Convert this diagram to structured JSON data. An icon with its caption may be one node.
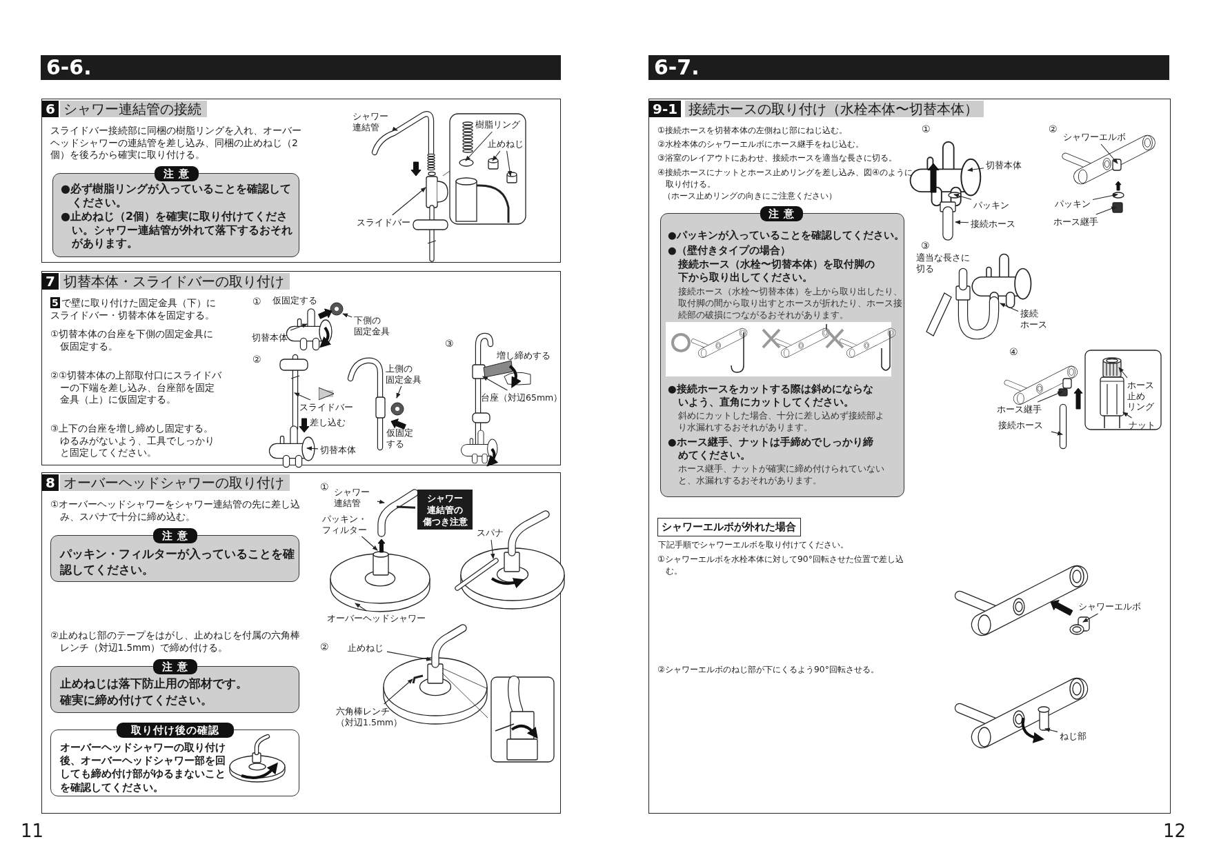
{
  "diagram": {
    "nodes": [
      {
        "text": [
          "6-6."
        ]
      },
      {
        "text": [
          "6",
          "シャワー連結管の接続",
          "スライドバー接続部に同梱の樹脂リングを入れ、オーバーヘッドシャワーの連結管を差し込み、同梱の止めねじ（2個）を後ろから確実に取り付ける。"
        ]
      },
      {
        "text": [
          "注 意",
          "●必ず樹脂リングが入っていることを確認してください。",
          "●止めねじ（2個）を確実に取り付けてください。シャワー連結管が外れて落下するおそれがあります。"
        ],
        "in": 1
      },
      {
        "text": [
          "シャワー連結管"
        ],
        "in": 1
      },
      {
        "text": [
          "樹脂リング"
        ],
        "in": 1
      },
      {
        "text": [
          "止めねじ"
        ],
        "in": 1
      },
      {
        "text": [
          "スライドバー"
        ],
        "in": 1
      },
      {
        "text": [
          "7",
          "切替本体・スライドバーの取り付け",
          "**5**で壁に取り付けた固定金具（下）にスライドバー・切替本体を固定する。",
          "①切替本体の台座を下側の固定金具に仮固定する。",
          "②①切替本体の上部取付口にスライドバーの下端を差し込み、台座部を固定金具（上）に仮固定する。",
          "③上下の台座を増し締めし固定する。ゆるみがないよう、工具でしっかりと固定してください。"
        ]
      },
      {
        "text": [
          "下側の固定金具"
        ],
        "in": 7
      },
      {
        "text": [
          "切替本体"
        ],
        "in": 7
      },
      {
        "text": [
          "スライドバー"
        ],
        "in": 7
      },
      {
        "text": [
          "切替本体"
        ],
        "in": 7
      },
      {
        "text": [
          "上側の固定金具"
        ],
        "in": 7
      },
      {
        "text": [
          "台座（対辺65mm）"
        ],
        "in": 7
      },
      {
        "text": [
          "8",
          "オーバーヘッドシャワーの取り付け",
          "①オーバーヘッドシャワーをシャワー連結管の先に差し込み、スパナで十分に締め込む。",
          "②止めねじ部のテープをはがし、止めねじを付属の六角棒レンチ（対辺1.5mm）で締め付ける。"
        ]
      },
      {
        "text": [
          "注 意",
          "パッキン・フィルターが入っていることを確認してください。"
        ],
        "in": 14
      },
      {
        "text": [
          "注 意",
          "止めねじは落下防止用の部材です。",
          "確実に締め付けてください。"
        ],
        "in": 14
      },
      {
        "text": [
          "取り付け後の確認",
          "オーバーヘッドシャワーの取り付け後、オーバーヘッドシャワー部を回しても締め付け部がゆるまないことを確認してください。"
        ],
        "in": 14
      },
      {
        "text": [
          "シャワー連結管"
        ],
        "in": 14
      },
      {
        "text": [
          "パッキン・フィルター"
        ],
        "in": 14
      },
      {
        "text": [
          "シャワー連結管の傷つき注意"
        ],
        "in": 14
      },
      {
        "text": [
          "スパナ"
        ],
        "in": 14
      },
      {
        "text": [
          "オーバーヘッドシャワー"
        ],
        "in": 14
      },
      {
        "text": [
          "止めねじ"
        ],
        "in": 14
      },
      {
        "text": [
          "六角棒レンチ（対辺1.5mm）"
        ],
        "in": 14
      },
      {
        "text": [
          "6-7."
        ]
      },
      {
        "text": [
          "9-1",
          "接続ホースの取り付け（水栓本体〜切替本体）",
          "①接続ホースを切替本体の左側ねじ部にねじ込む。",
          "②水栓本体のシャワーエルボにホース継手をねじ込む。",
          "③浴室のレイアウトにあわせ、接続ホースを適当な長さに切る。",
          "④接続ホースにナットとホース止めリングを差し込み、図④のように取り付ける。",
          "（ホース止めリングの向きにご注意ください）"
        ]
      },
      {
        "text": [
          "注 意",
          "●パッキンが入っていることを確認してください。",
          "●（壁付きタイプの場合）",
          "接続ホース（水栓〜切替本体）を取付脚の下から取り出してください。",
          "接続ホース（水栓〜切替本体）を上から取り出したり、取付脚の間から取り出すとホースが折れたり、ホース接続部の破損につながるおそれがあります。",
          "●接続ホースをカットする際は斜めにならないよう、直角にカットしてください。",
          "斜めにカットした場合、十分に差し込めず接続部より水漏れするおそれがあります。",
          "●ホース継手、ナットは手締めでしっかり締めてください。",
          "ホース継手、ナットが確実に締め付けられていないと、水漏れするおそれがあります。"
        ],
        "in": 26
      },
      {
        "text": [
          "切替本体"
        ],
        "in": 26
      },
      {
        "text": [
          "パッキン"
        ],
        "in": 26
      },
      {
        "text": [
          "接続ホース"
        ],
        "in": 26
      },
      {
        "text": [
          "シャワーエルボ"
        ],
        "in": 26
      },
      {
        "text": [
          "パッキン"
        ],
        "in": 26
      },
      {
        "text": [
          "ホース継手"
        ],
        "in": 26
      },
      {
        "text": [
          "接続ホース"
        ],
        "in": 26
      },
      {
        "text": [
          "ホース継手"
        ],
        "in": 26
      },
      {
        "text": [
          "接続ホース"
        ],
        "in": 26
      },
      {
        "text": [
          "ホース止めリング"
        ],
        "in": 26
      },
      {
        "text": [
          "ナット"
        ],
        "in": 26
      },
      {
        "text": [
          "シャワーエルボが外れた場合"
        ],
        "beside": [
          "下記手順でシャワーエルボを取り付けてください。"
        ],
        "in": 26
      },
      {
        "text": [
          "シャワーエルボ"
        ],
        "in": 26
      },
      {
        "text": [
          "ねじ部"
        ],
        "in": 26
      },
      {
        "text": [],
        "shape": "picture",
        "in": 1
      },
      {
        "text": [],
        "shape": "picture",
        "in": 1
      },
      {
        "text": [],
        "shape": "picture",
        "in": 7
      },
      {
        "text": [],
        "shape": "picture",
        "in": 7
      },
      {
        "text": [],
        "shape": "picture",
        "in": 7
      },
      {
        "text": [],
        "shape": "picture",
        "in": 7
      },
      {
        "text": [],
        "shape": "picture",
        "in": 14
      },
      {
        "text": [],
        "shape": "picture",
        "in": 14
      },
      {
        "text": [],
        "shape": "picture",
        "in": 14
      },
      {
        "text": [],
        "shape": "picture",
        "in": 26
      },
      {
        "text": [],
        "shape": "picture",
        "in": 26
      },
      {
        "text": [],
        "shape": "picture",
        "in": 26
      },
      {
        "text": [],
        "shape": "picture",
        "in": 26
      },
      {
        "text": [],
        "shape": "picture",
        "in": 26
      },
      {
        "text": [],
        "shape": "picture",
        "in": 26
      },
      {
        "text": [],
        "shape": "picture",
        "in": 26
      }
    ],
    "edges": [
      {
        "from": 3,
        "to": 42,
        "arrow": "to"
      },
      {
        "from": 4,
        "to": 43,
        "arrow": "to"
      },
      {
        "from": 5,
        "to": 43,
        "arrow": "to"
      },
      {
        "from": 5,
        "to": 43,
        "arrow": "to"
      },
      {
        "from": 6,
        "to": 42,
        "arrow": "to"
      },
      {
        "from": 8,
        "to": 44,
        "arrow": "to"
      },
      {
        "from": 9,
        "to": 44,
        "arrow": "to"
      },
      {
        "from": 10,
        "to": 45,
        "arrow": "to"
      },
      {
        "from": 11,
        "to": 45,
        "arrow": "to"
      },
      {
        "from": 12,
        "to": 46,
        "arrow": "to"
      },
      {
        "from": 13,
        "to": 47,
        "arrow": "to"
      },
      {
        "from": 18,
        "to": 48,
        "arrow": "to"
      },
      {
        "from": 19,
        "to": 48,
        "arrow": "to"
      },
      {
        "from": 20,
        "to": 48,
        "arrow": "none"
      },
      {
        "from": 21,
        "to": 49,
        "arrow": "to"
      },
      {
        "from": 22,
        "to": 48,
        "arrow": "to"
      },
      {
        "from": 23,
        "to": 50,
        "arrow": "to"
      },
      {
        "from": 24,
        "to": 50,
        "arrow": "to"
      },
      {
        "from": 28,
        "to": 51,
        "arrow": "to"
      },
      {
        "from": 29,
        "to": 51,
        "arrow": "to"
      },
      {
        "from": 30,
        "to": 51,
        "arrow": "to"
      },
      {
        "from": 31,
        "to": 52,
        "arrow": "to"
      },
      {
        "from": 32,
        "to": 52,
        "arrow": "to"
      },
      {
        "from": 33,
        "to": 52,
        "arrow": "to"
      },
      {
        "from": 34,
        "to": 53,
        "arrow": "to"
      },
      {
        "from": 35,
        "to": 54,
        "arrow": "to"
      },
      {
        "from": 36,
        "to": 54,
        "arrow": "to"
      },
      {
        "from": 37,
        "to": 55,
        "arrow": "to"
      },
      {
        "from": 38,
        "to": 55,
        "arrow": "to"
      },
      {
        "from": 40,
        "to": 56,
        "arrow": "to"
      },
      {
        "from": 41,
        "to": 57,
        "arrow": "to"
      },
      {
        "from": 45,
        "to": 46,
        "arrow": "to",
        "style": "thick",
        "color": "#cccccc"
      }
    ],
    "labels": [
      "①",
      "仮固定する",
      "②",
      "差し込む",
      "仮固定する",
      "③",
      "増し締めする",
      "①",
      "②",
      "11",
      "①",
      "②",
      "③",
      "適当な長さに切る",
      "④",
      "①シャワーエルボを水栓本体に対して90°回転させた位置で差し込む。",
      "②シャワーエルボのねじ部が下にくるよう90°回転させる。",
      "12"
    ]
  }
}
